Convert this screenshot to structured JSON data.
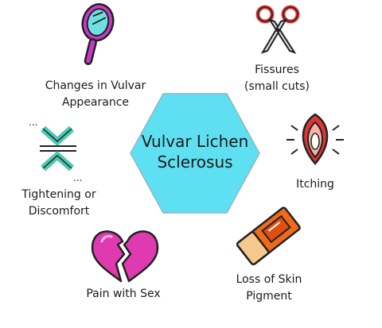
{
  "diagram": {
    "center": {
      "line1": "Vulvar Lichen",
      "line2": "Sclerosus",
      "fill": "#5ee0f2"
    },
    "symptoms": [
      {
        "id": "appearance",
        "line1": "Changes in Vulvar",
        "line2": "Appearance",
        "icon": "hand-mirror-icon"
      },
      {
        "id": "fissures",
        "line1": "Fissures",
        "line2": "(small cuts)",
        "icon": "scissors-icon"
      },
      {
        "id": "itching",
        "line1": "Itching",
        "line2": "",
        "icon": "itching-vulva-icon"
      },
      {
        "id": "pigment",
        "line1": "Loss of Skin",
        "line2": "Pigment",
        "icon": "eraser-icon"
      },
      {
        "id": "pain",
        "line1": "Pain with Sex",
        "line2": "",
        "icon": "broken-heart-icon"
      },
      {
        "id": "tightening",
        "line1": "Tightening or",
        "line2": "Discomfort",
        "icon": "compress-arrows-icon"
      }
    ]
  },
  "colors": {
    "hexagon": "#5ee0f2",
    "mirror_handle": "#c838c8",
    "mirror_glass": "#6fe0e0",
    "scissors_handle": "#e23a3a",
    "heart": "#e03ab0",
    "eraser_orange": "#f06a1c",
    "arrows": "#4cc9b0",
    "vulva_red": "#e03535"
  }
}
